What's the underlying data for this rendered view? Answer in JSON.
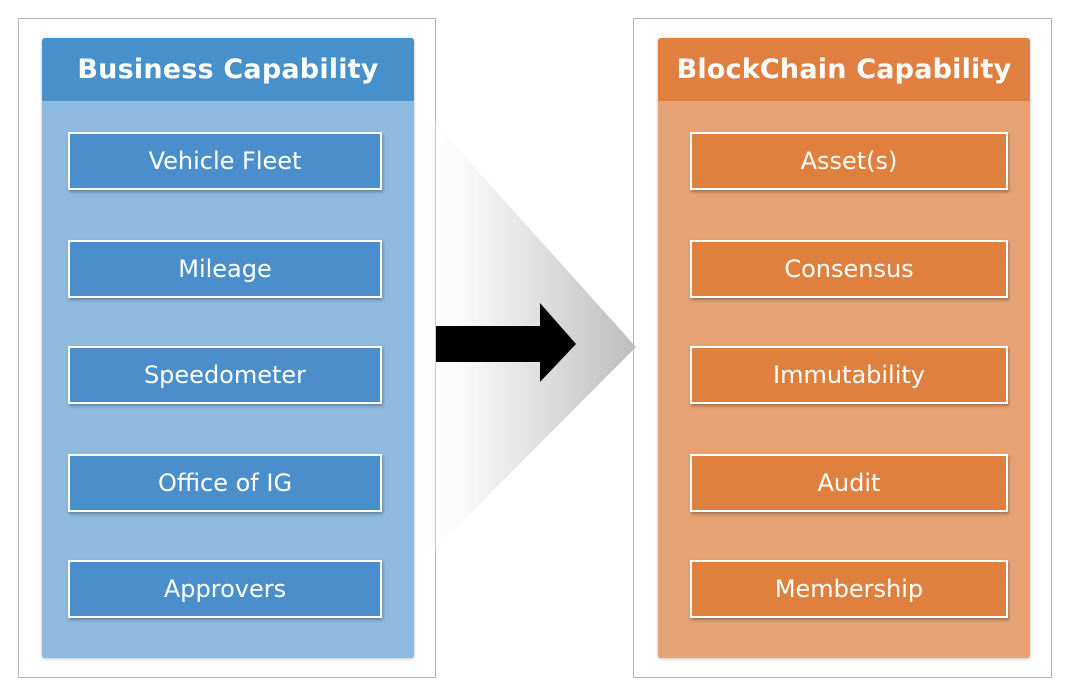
{
  "business": {
    "title": "Business Capability",
    "items": [
      "Vehicle Fleet",
      "Mileage",
      "Speedometer",
      "Office of IG",
      "Approvers"
    ]
  },
  "blockchain": {
    "title": "BlockChain Capability",
    "items": [
      "Asset(s)",
      "Consensus",
      "Immutability",
      "Audit",
      "Membership"
    ]
  },
  "colors": {
    "business_header": "#4690cc",
    "business_panel": "#8fbadf",
    "blockchain_header": "#e07f40",
    "blockchain_panel": "#e6a274",
    "arrow": "#000000"
  }
}
